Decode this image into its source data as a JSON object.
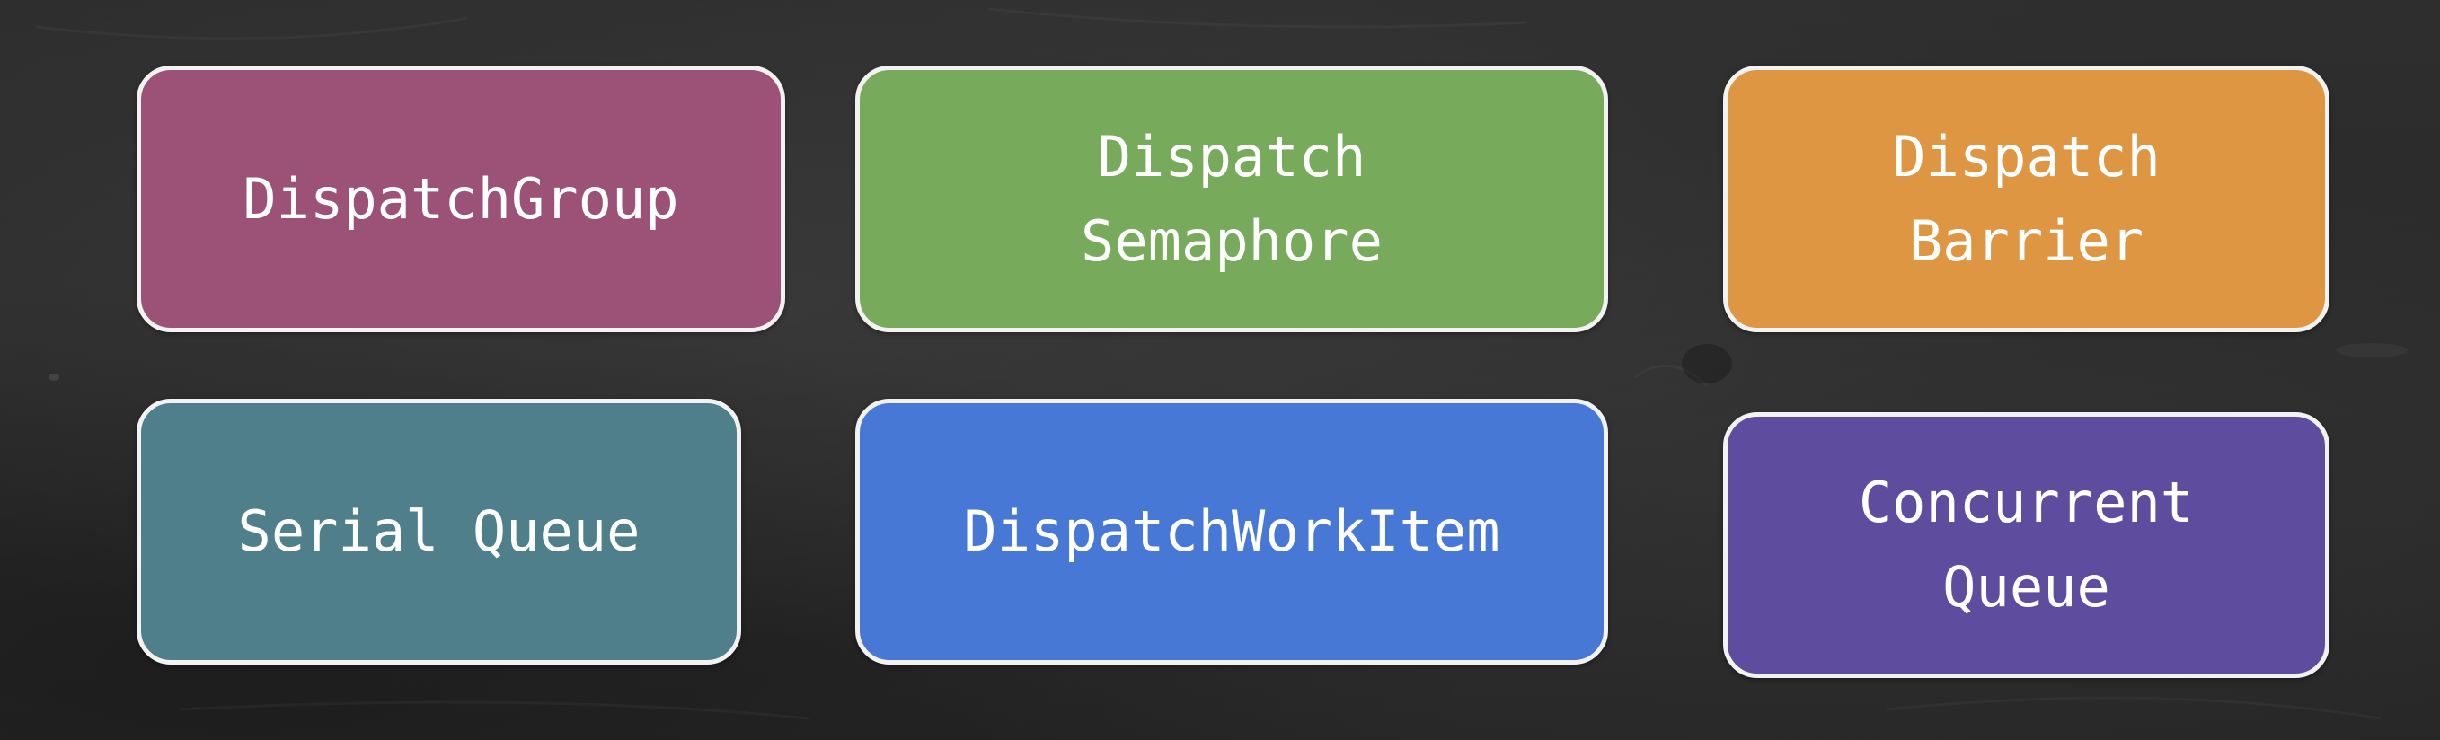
{
  "boxes": [
    {
      "lines": [
        "DispatchGroup"
      ],
      "color": "#9c5177"
    },
    {
      "lines": [
        "Dispatch",
        "Semaphore"
      ],
      "color": "#78aa5b"
    },
    {
      "lines": [
        "Dispatch",
        "Barrier"
      ],
      "color": "#de9642"
    },
    {
      "lines": [
        "Serial Queue"
      ],
      "color": "#4e7f8b"
    },
    {
      "lines": [
        "DispatchWorkItem"
      ],
      "color": "#4778d6"
    },
    {
      "lines": [
        "Concurrent",
        "Queue"
      ],
      "color": "#5e4c9e"
    }
  ],
  "background": "#2b2b2b",
  "border_color": "#f2f2f2"
}
